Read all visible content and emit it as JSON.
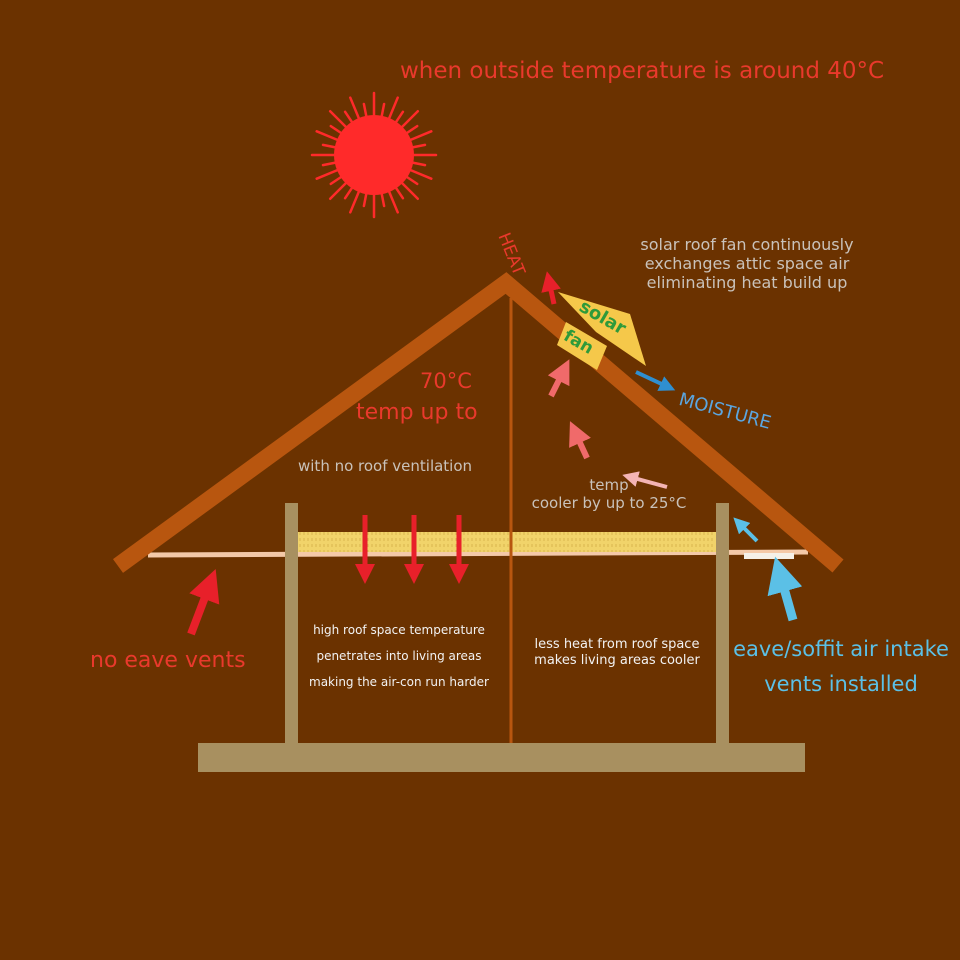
{
  "title": "when outside temperature is around 40°C",
  "labels": {
    "heat": "HEAT",
    "solar": "solar",
    "fan": "fan",
    "moisture": "MOISTURE",
    "fan_description": [
      "solar roof fan continuously",
      "exchanges attic space air",
      "eliminating heat build up"
    ],
    "temp_value": "70°C",
    "temp_up_to": "temp up to",
    "no_ventilation": "with no roof ventilation",
    "temp_cooler": [
      "temp",
      "cooler by up to 25°C"
    ],
    "left_room": [
      "high roof space temperature",
      "penetrates into living areas",
      "making the air-con run harder"
    ],
    "right_room": [
      "less heat from roof space",
      "makes  living areas cooler"
    ],
    "no_eave_vents": "no eave vents",
    "eave_vents": [
      "eave/soffit air intake",
      "vents installed"
    ]
  },
  "colors": {
    "background": "#6B3200",
    "roof": "#B8560F",
    "sun": "#FF2A2A",
    "wall": "#A89060",
    "insulation": "#F1D36A",
    "panel": "#F5C84A",
    "hot_arrow": "#E8202A",
    "warm_arrow": "#F06A6A",
    "cool_arrow": "#5BC0E6",
    "moisture_arrow": "#2F8FD0",
    "grey_text": "#C9C2BA",
    "red_text": "#E9392C",
    "blue_text": "#5BC0E6"
  },
  "icons": {
    "sun": "sun-icon",
    "fan": "solar-fan-icon"
  }
}
